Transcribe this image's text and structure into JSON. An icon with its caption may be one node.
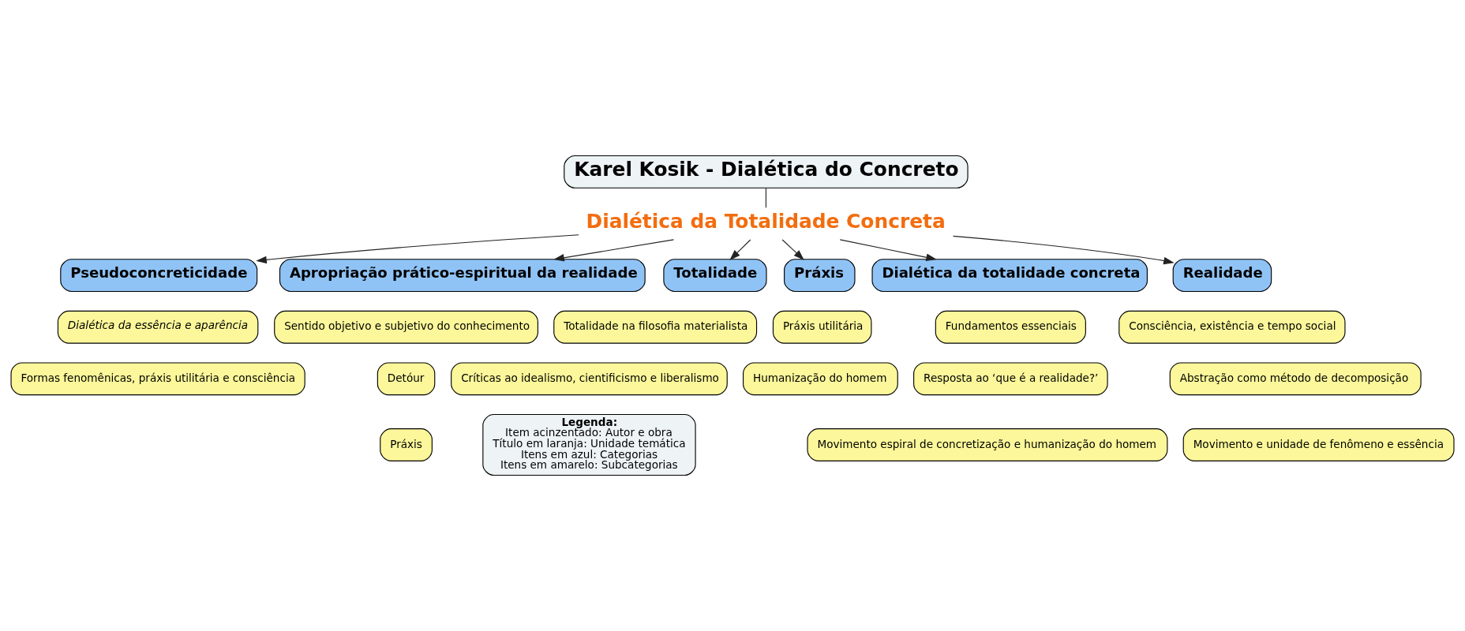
{
  "diagram": {
    "nodes": [
      {
        "text": [
          "Karel Kosik - Dialética do Concreto"
        ]
      },
      {
        "text": [
          "Dialética da Totalidade Concreta"
        ]
      },
      {
        "text": [
          "Pseudoconcreticidade"
        ]
      },
      {
        "text": [
          "Dialética da essência e aparência"
        ]
      },
      {
        "text": [
          "Formas fenomênicas, práxis utilitária e consciência"
        ]
      },
      {
        "text": [
          "Apropriação prático-espiritual da realidade"
        ]
      },
      {
        "text": [
          "Sentido objetivo e subjetivo do conhecimento"
        ]
      },
      {
        "text": [
          "Detóur"
        ]
      },
      {
        "text": [
          "Práxis"
        ]
      },
      {
        "text": [
          "Totalidade"
        ]
      },
      {
        "text": [
          "Totalidade na filosofia materialista"
        ]
      },
      {
        "text": [
          "Críticas ao idealismo, cientificismo e liberalismo"
        ]
      },
      {
        "text": [
          "Práxis"
        ]
      },
      {
        "text": [
          "Práxis utilitária"
        ]
      },
      {
        "text": [
          "Humanização do homem"
        ]
      },
      {
        "text": [
          "Dialética da totalidade concreta"
        ]
      },
      {
        "text": [
          "Fundamentos essenciais"
        ]
      },
      {
        "text": [
          "Resposta ao ‘que é a realidade?’"
        ]
      },
      {
        "text": [
          "Movimento espiral de concretização e humanização do homem"
        ]
      },
      {
        "text": [
          "Realidade"
        ]
      },
      {
        "text": [
          "Consciência, existência e tempo social"
        ]
      },
      {
        "text": [
          "Abstração como método de decomposição"
        ]
      },
      {
        "text": [
          "Movimento e unidade de fenômeno e essência"
        ]
      },
      {
        "text": [
          "Legenda:",
          "Item acinzentado: Autor e obra",
          "Título em laranja: Unidade temática",
          "Itens em azul: Categorias",
          "Itens em amarelo: Subcategorias"
        ]
      }
    ],
    "edges": [
      {
        "from": 0,
        "to": 1,
        "arrow": "none"
      },
      {
        "from": 1,
        "to": 2,
        "arrow": "to"
      },
      {
        "from": 1,
        "to": 5,
        "arrow": "to"
      },
      {
        "from": 1,
        "to": 9,
        "arrow": "to"
      },
      {
        "from": 1,
        "to": 12,
        "arrow": "to"
      },
      {
        "from": 1,
        "to": 15,
        "arrow": "to"
      },
      {
        "from": 1,
        "to": 19,
        "arrow": "to"
      }
    ]
  }
}
